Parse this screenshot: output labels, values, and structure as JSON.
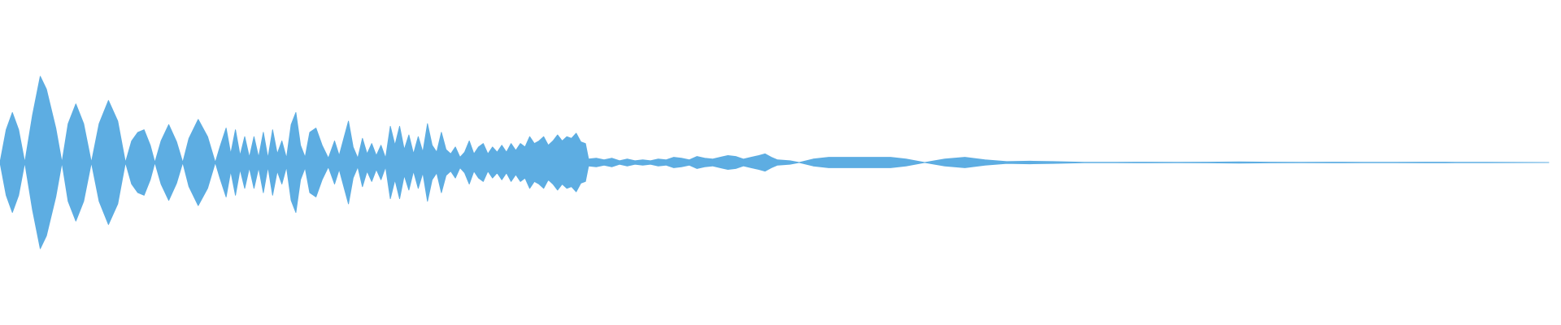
{
  "waveform": {
    "color": "#5dade2",
    "background": "#ffffff",
    "amplitude_profile": [
      [
        0.0,
        0.0
      ],
      [
        0.004,
        0.38
      ],
      [
        0.008,
        0.58
      ],
      [
        0.012,
        0.38
      ],
      [
        0.016,
        0.0
      ],
      [
        0.021,
        0.55
      ],
      [
        0.026,
        1.0
      ],
      [
        0.03,
        0.85
      ],
      [
        0.036,
        0.4
      ],
      [
        0.04,
        0.0
      ],
      [
        0.044,
        0.45
      ],
      [
        0.049,
        0.68
      ],
      [
        0.054,
        0.45
      ],
      [
        0.059,
        0.0
      ],
      [
        0.064,
        0.45
      ],
      [
        0.07,
        0.72
      ],
      [
        0.076,
        0.48
      ],
      [
        0.081,
        0.0
      ],
      [
        0.085,
        0.25
      ],
      [
        0.089,
        0.35
      ],
      [
        0.093,
        0.38
      ],
      [
        0.097,
        0.2
      ],
      [
        0.1,
        0.0
      ],
      [
        0.104,
        0.25
      ],
      [
        0.109,
        0.44
      ],
      [
        0.114,
        0.24
      ],
      [
        0.118,
        0.0
      ],
      [
        0.122,
        0.28
      ],
      [
        0.128,
        0.5
      ],
      [
        0.134,
        0.3
      ],
      [
        0.139,
        0.0
      ],
      [
        0.142,
        0.18
      ],
      [
        0.146,
        0.4
      ],
      [
        0.149,
        0.1
      ],
      [
        0.152,
        0.38
      ],
      [
        0.155,
        0.08
      ],
      [
        0.158,
        0.3
      ],
      [
        0.161,
        0.06
      ],
      [
        0.164,
        0.3
      ],
      [
        0.167,
        0.06
      ],
      [
        0.17,
        0.35
      ],
      [
        0.173,
        0.05
      ],
      [
        0.176,
        0.38
      ],
      [
        0.179,
        0.1
      ],
      [
        0.182,
        0.25
      ],
      [
        0.185,
        0.05
      ],
      [
        0.188,
        0.44
      ],
      [
        0.191,
        0.58
      ],
      [
        0.194,
        0.2
      ],
      [
        0.197,
        0.06
      ],
      [
        0.2,
        0.35
      ],
      [
        0.204,
        0.4
      ],
      [
        0.208,
        0.2
      ],
      [
        0.212,
        0.05
      ],
      [
        0.216,
        0.25
      ],
      [
        0.219,
        0.08
      ],
      [
        0.222,
        0.28
      ],
      [
        0.225,
        0.48
      ],
      [
        0.228,
        0.18
      ],
      [
        0.231,
        0.05
      ],
      [
        0.234,
        0.28
      ],
      [
        0.237,
        0.1
      ],
      [
        0.24,
        0.22
      ],
      [
        0.243,
        0.08
      ],
      [
        0.246,
        0.2
      ],
      [
        0.249,
        0.05
      ],
      [
        0.252,
        0.42
      ],
      [
        0.255,
        0.2
      ],
      [
        0.258,
        0.42
      ],
      [
        0.261,
        0.15
      ],
      [
        0.264,
        0.32
      ],
      [
        0.267,
        0.1
      ],
      [
        0.27,
        0.3
      ],
      [
        0.273,
        0.12
      ],
      [
        0.276,
        0.45
      ],
      [
        0.279,
        0.2
      ],
      [
        0.282,
        0.12
      ],
      [
        0.285,
        0.35
      ],
      [
        0.288,
        0.15
      ],
      [
        0.291,
        0.1
      ],
      [
        0.294,
        0.18
      ],
      [
        0.297,
        0.06
      ],
      [
        0.3,
        0.12
      ],
      [
        0.303,
        0.25
      ],
      [
        0.306,
        0.1
      ],
      [
        0.309,
        0.18
      ],
      [
        0.312,
        0.22
      ],
      [
        0.315,
        0.1
      ],
      [
        0.318,
        0.18
      ],
      [
        0.321,
        0.12
      ],
      [
        0.324,
        0.2
      ],
      [
        0.327,
        0.12
      ],
      [
        0.33,
        0.22
      ],
      [
        0.333,
        0.14
      ],
      [
        0.336,
        0.22
      ],
      [
        0.339,
        0.18
      ],
      [
        0.342,
        0.3
      ],
      [
        0.345,
        0.22
      ],
      [
        0.348,
        0.25
      ],
      [
        0.351,
        0.3
      ],
      [
        0.354,
        0.2
      ],
      [
        0.357,
        0.25
      ],
      [
        0.36,
        0.32
      ],
      [
        0.363,
        0.25
      ],
      [
        0.366,
        0.3
      ],
      [
        0.369,
        0.28
      ],
      [
        0.372,
        0.34
      ],
      [
        0.375,
        0.24
      ],
      [
        0.378,
        0.22
      ],
      [
        0.38,
        0.04
      ],
      [
        0.385,
        0.05
      ],
      [
        0.39,
        0.03
      ],
      [
        0.395,
        0.05
      ],
      [
        0.4,
        0.02
      ],
      [
        0.405,
        0.04
      ],
      [
        0.41,
        0.02
      ],
      [
        0.415,
        0.03
      ],
      [
        0.42,
        0.02
      ],
      [
        0.425,
        0.04
      ],
      [
        0.43,
        0.03
      ],
      [
        0.435,
        0.06
      ],
      [
        0.44,
        0.05
      ],
      [
        0.445,
        0.03
      ],
      [
        0.45,
        0.07
      ],
      [
        0.455,
        0.05
      ],
      [
        0.46,
        0.04
      ],
      [
        0.465,
        0.06
      ],
      [
        0.47,
        0.08
      ],
      [
        0.475,
        0.07
      ],
      [
        0.48,
        0.04
      ],
      [
        0.485,
        0.06
      ],
      [
        0.49,
        0.08
      ],
      [
        0.494,
        0.1
      ],
      [
        0.498,
        0.06
      ],
      [
        0.502,
        0.03
      ],
      [
        0.51,
        0.02
      ],
      [
        0.516,
        0.0
      ],
      [
        0.525,
        0.04
      ],
      [
        0.535,
        0.06
      ],
      [
        0.545,
        0.06
      ],
      [
        0.56,
        0.06
      ],
      [
        0.575,
        0.06
      ],
      [
        0.585,
        0.04
      ],
      [
        0.597,
        0.0
      ],
      [
        0.61,
        0.04
      ],
      [
        0.623,
        0.06
      ],
      [
        0.636,
        0.03
      ],
      [
        0.65,
        0.01
      ],
      [
        0.665,
        0.015
      ],
      [
        0.68,
        0.01
      ],
      [
        0.7,
        0.003
      ],
      [
        0.72,
        0.003
      ],
      [
        0.74,
        0.004
      ],
      [
        0.76,
        0.002
      ],
      [
        0.78,
        0.004
      ],
      [
        0.8,
        0.008
      ],
      [
        0.82,
        0.004
      ],
      [
        0.84,
        0.003
      ],
      [
        0.86,
        0.004
      ],
      [
        0.88,
        0.003
      ],
      [
        0.9,
        0.003
      ],
      [
        0.92,
        0.004
      ],
      [
        0.94,
        0.003
      ],
      [
        0.96,
        0.002
      ],
      [
        0.98,
        0.001
      ],
      [
        1.0,
        0.0
      ]
    ]
  }
}
